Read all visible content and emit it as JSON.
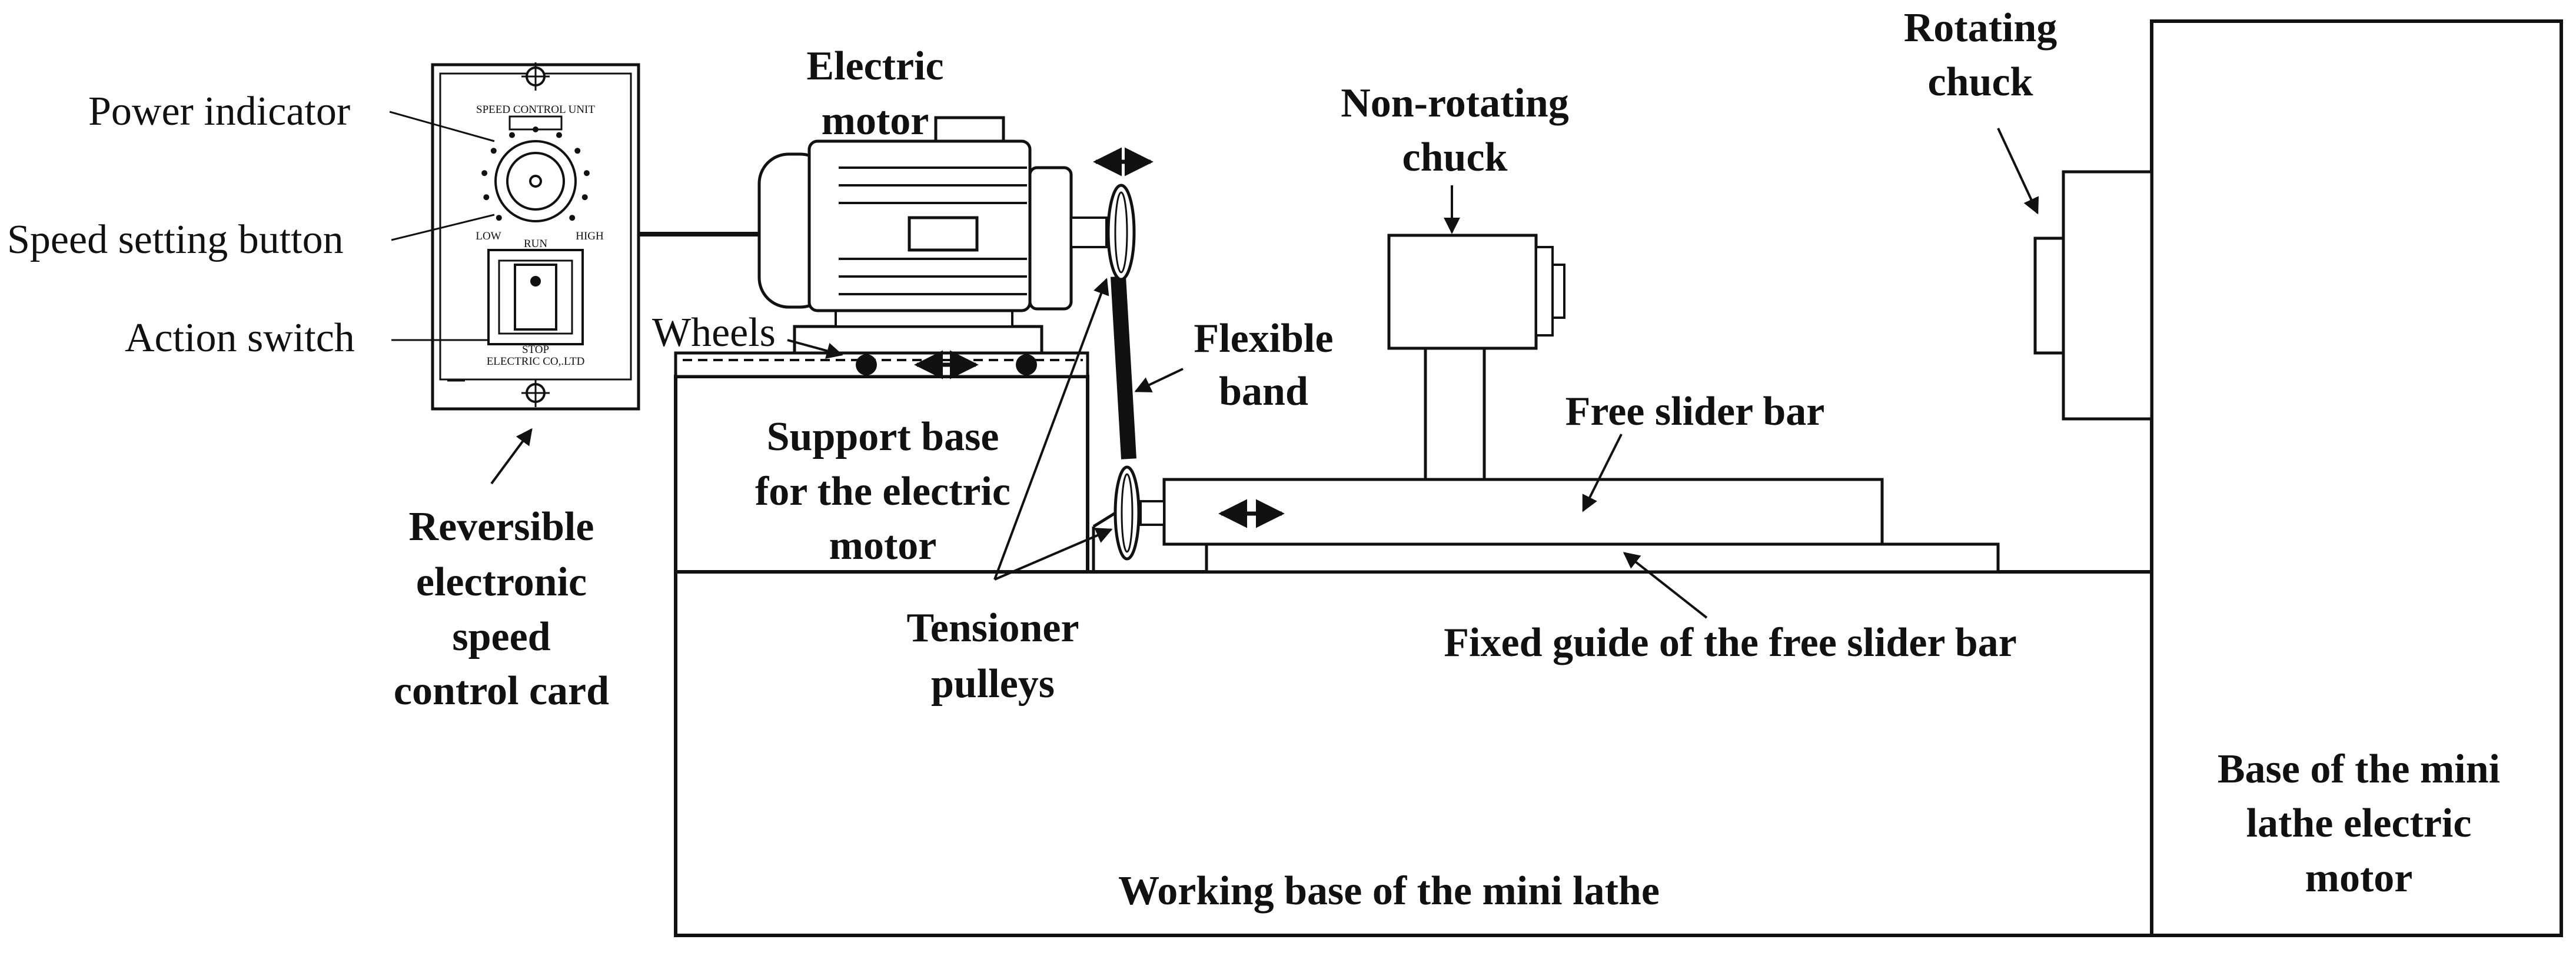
{
  "labels": {
    "power_indicator": "Power indicator",
    "speed_setting_button": "Speed setting button",
    "action_switch": "Action switch",
    "electric_motor": [
      "Electric",
      "motor"
    ],
    "wheels": "Wheels",
    "flexible_band": [
      "Flexible",
      "band"
    ],
    "non_rotating_chuck": [
      "Non-rotating",
      "chuck"
    ],
    "rotating_chuck": [
      "Rotating",
      "chuck"
    ],
    "free_slider_bar": "Free slider bar",
    "support_base": [
      "Support base",
      "for the electric",
      "motor"
    ],
    "tensioner_pulleys": [
      "Tensioner",
      "pulleys"
    ],
    "fixed_guide": "Fixed guide of the free slider bar",
    "reversible_card": [
      "Reversible",
      "electronic",
      "speed",
      "control card"
    ],
    "working_base": "Working base of the mini lathe",
    "lathe_motor_base": [
      "Base of the mini",
      "lathe electric",
      "motor"
    ]
  },
  "control_card": {
    "unit_title": "SPEED CONTROL UNIT",
    "low": "LOW",
    "run": "RUN",
    "high": "HIGH",
    "stop": "STOP",
    "maker": "ELECTRIC CO,.LTD"
  }
}
